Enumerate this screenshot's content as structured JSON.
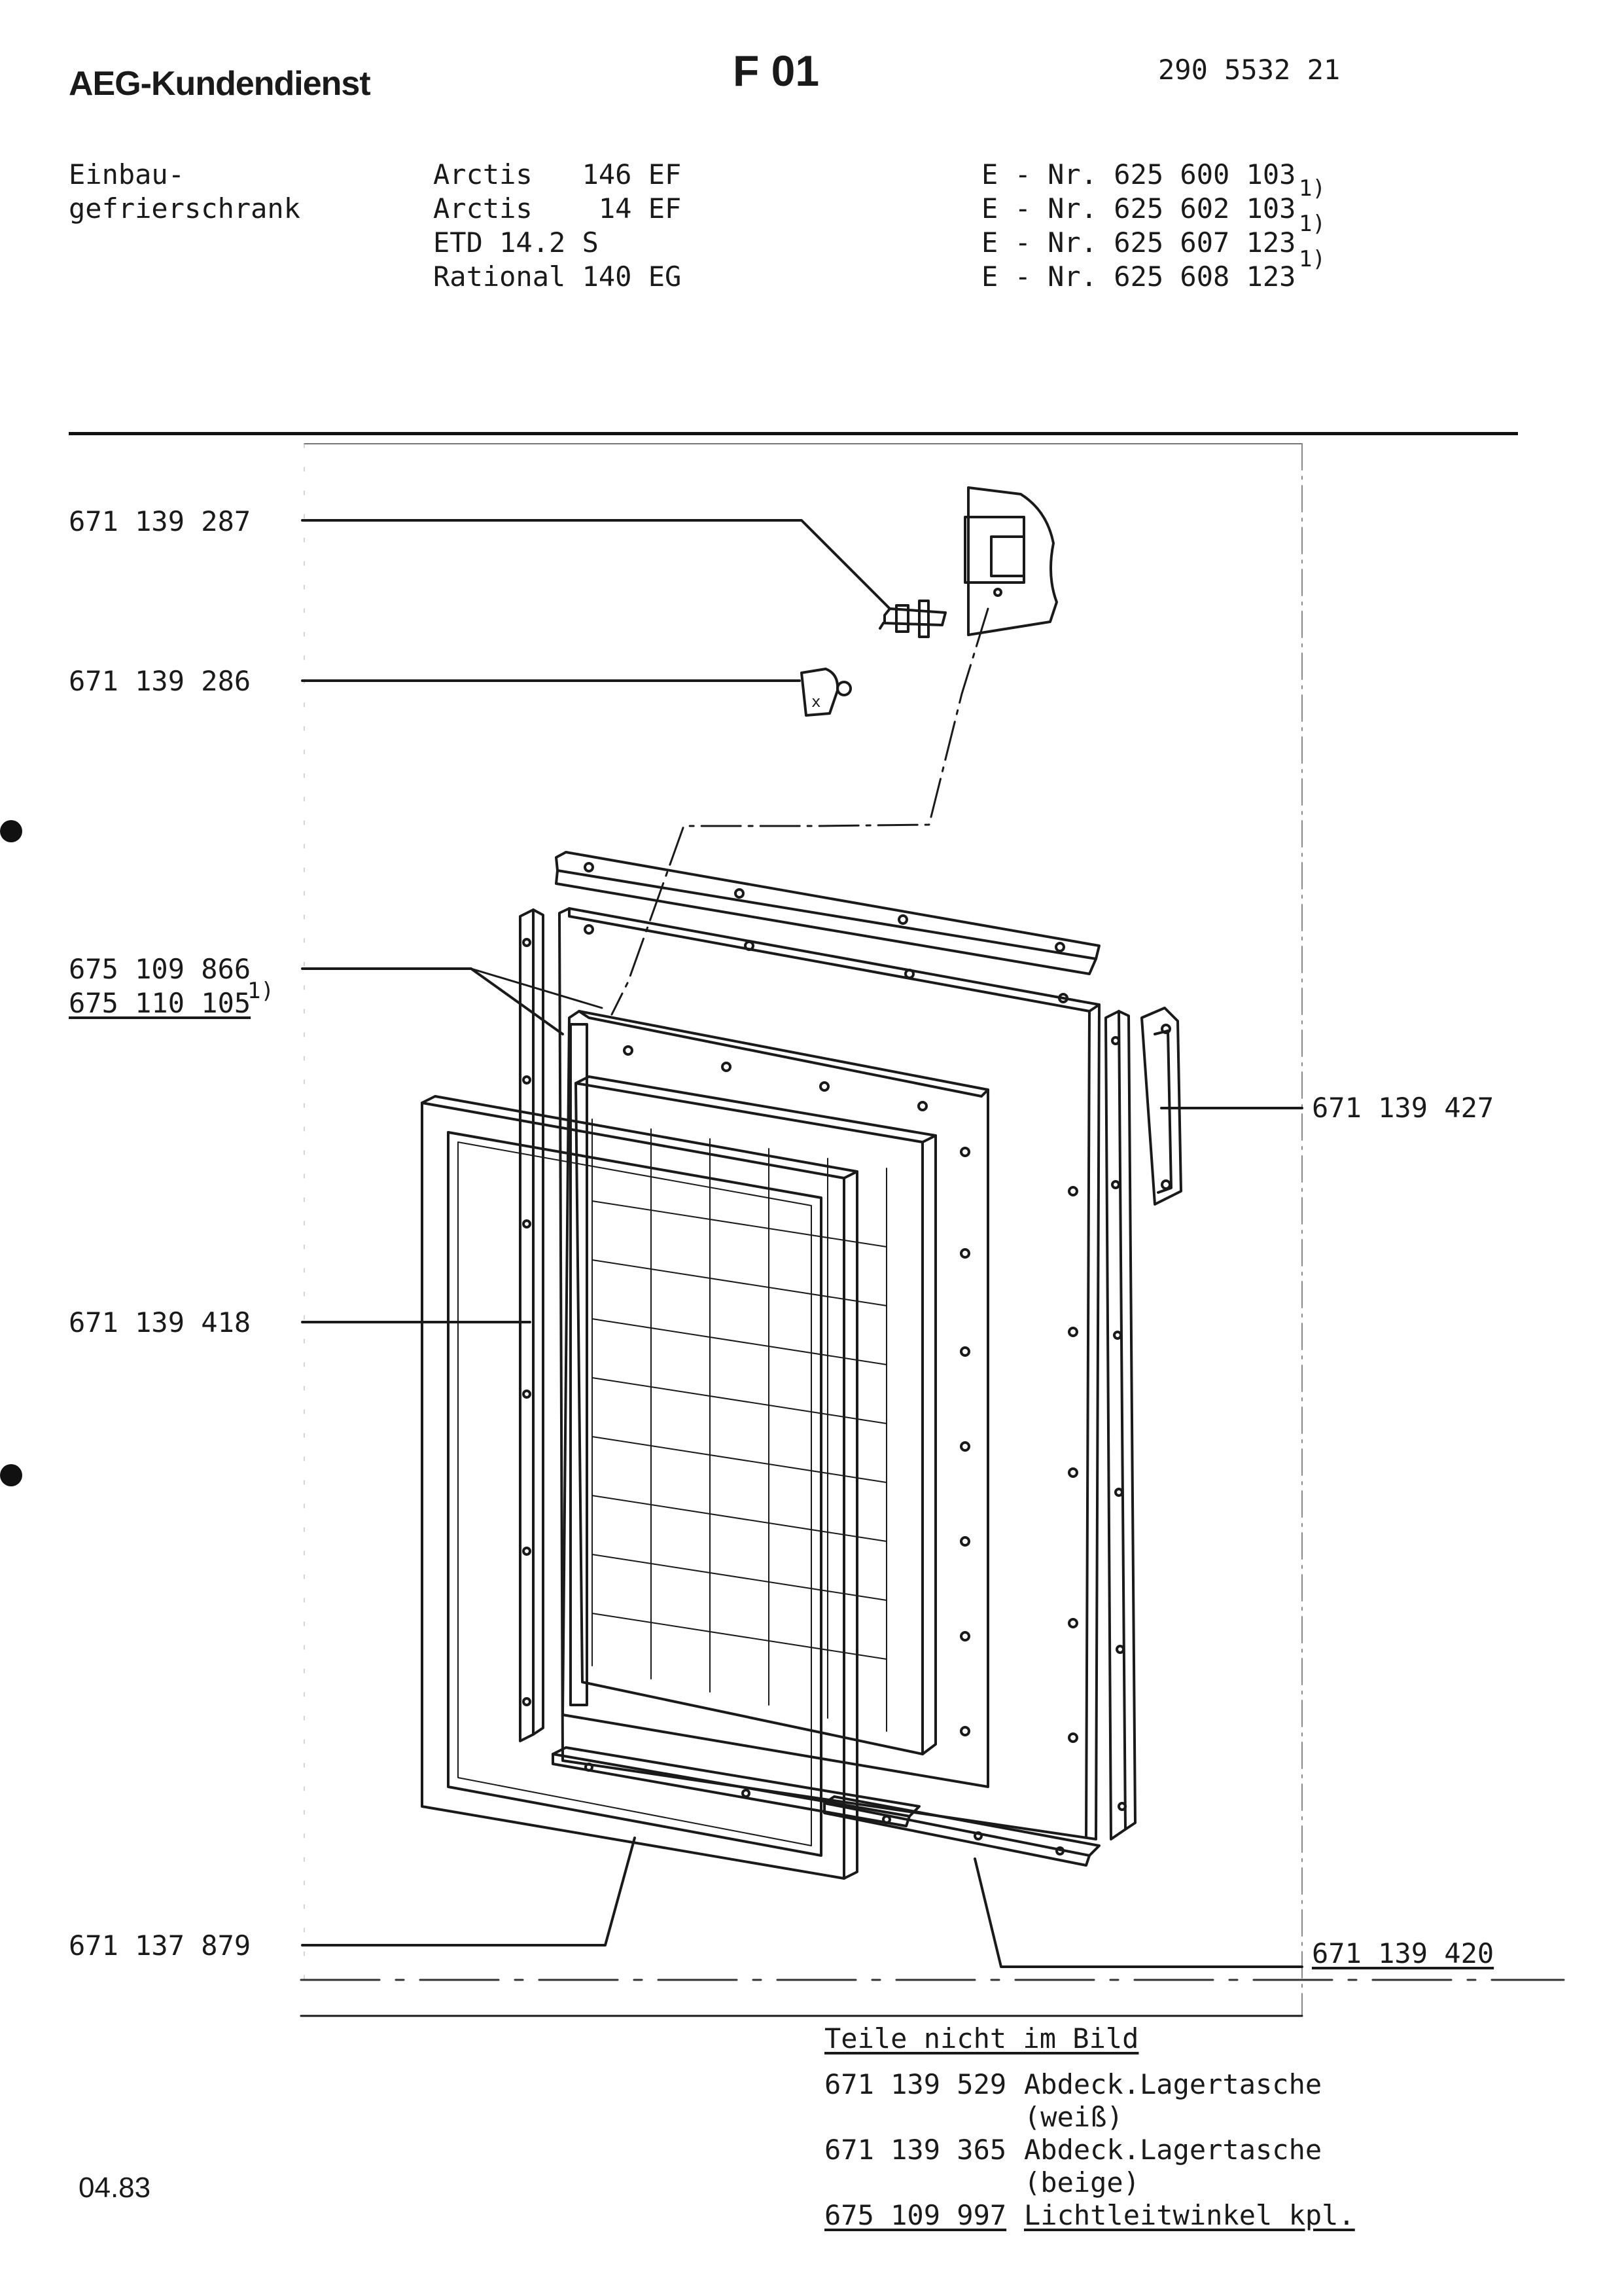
{
  "header": {
    "brand": "AEG-Kundendienst",
    "page_code": "F 01",
    "doc_number": "290 5532 21"
  },
  "device": {
    "type_line1": "Einbau-",
    "type_line2": "gefrierschrank",
    "models": [
      {
        "name": "Arctis   146 EF",
        "e_nr": "E - Nr. 625 600 103",
        "footnote": ""
      },
      {
        "name": "Arctis    14 EF",
        "e_nr": "E - Nr. 625 602 103",
        "footnote": "1)"
      },
      {
        "name": "ETD 14.2 S",
        "e_nr": "E - Nr. 625 607 123",
        "footnote": "1)"
      },
      {
        "name": "Rational 140 EG",
        "e_nr": "E - Nr. 625 608 123",
        "footnote": "1)"
      }
    ]
  },
  "parts": {
    "p287": "671 139 287",
    "p286": "671 139 286",
    "p866": "675 109 866",
    "p105": "675 110 105",
    "p105_fn": "1)",
    "p427": "671 139 427",
    "p418": "671 139 418",
    "p879": "671 137 879",
    "p420": "671 139 420"
  },
  "not_pictured": {
    "heading": "Teile nicht im Bild",
    "items": [
      {
        "number": "671 139 529",
        "name": "Abdeck.Lagertasche",
        "sub": "(weiß)"
      },
      {
        "number": "671 139 365",
        "name": "Abdeck.Lagertasche",
        "sub": "(beige)"
      },
      {
        "number": "675 109 997",
        "name": "Lichtleitwinkel kpl.",
        "sub": ""
      }
    ]
  },
  "footer": {
    "date": "04.83"
  }
}
